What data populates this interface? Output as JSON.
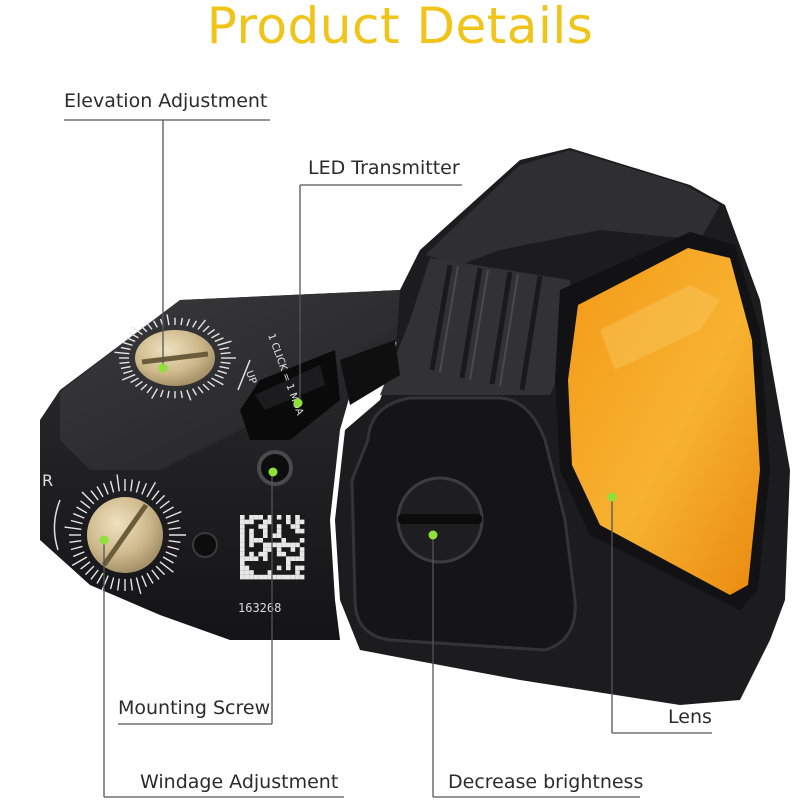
{
  "title": "Product Details",
  "serial_number": "163268",
  "engraving": {
    "clicks": "1 CLICK = 1 MOA",
    "direction_up": "UP",
    "direction_right": "R"
  },
  "callouts": {
    "elevation": "Elevation Adjustment",
    "led": "LED Transmitter",
    "mounting": "Mounting Screw",
    "windage": "Windage Adjustment",
    "brightness": "Decrease brightness",
    "lens": "Lens"
  },
  "colors": {
    "title": "#f0c419",
    "marker_dot": "#8fe03a",
    "lens": "#f6a21e",
    "body": "#2a2a2c"
  }
}
